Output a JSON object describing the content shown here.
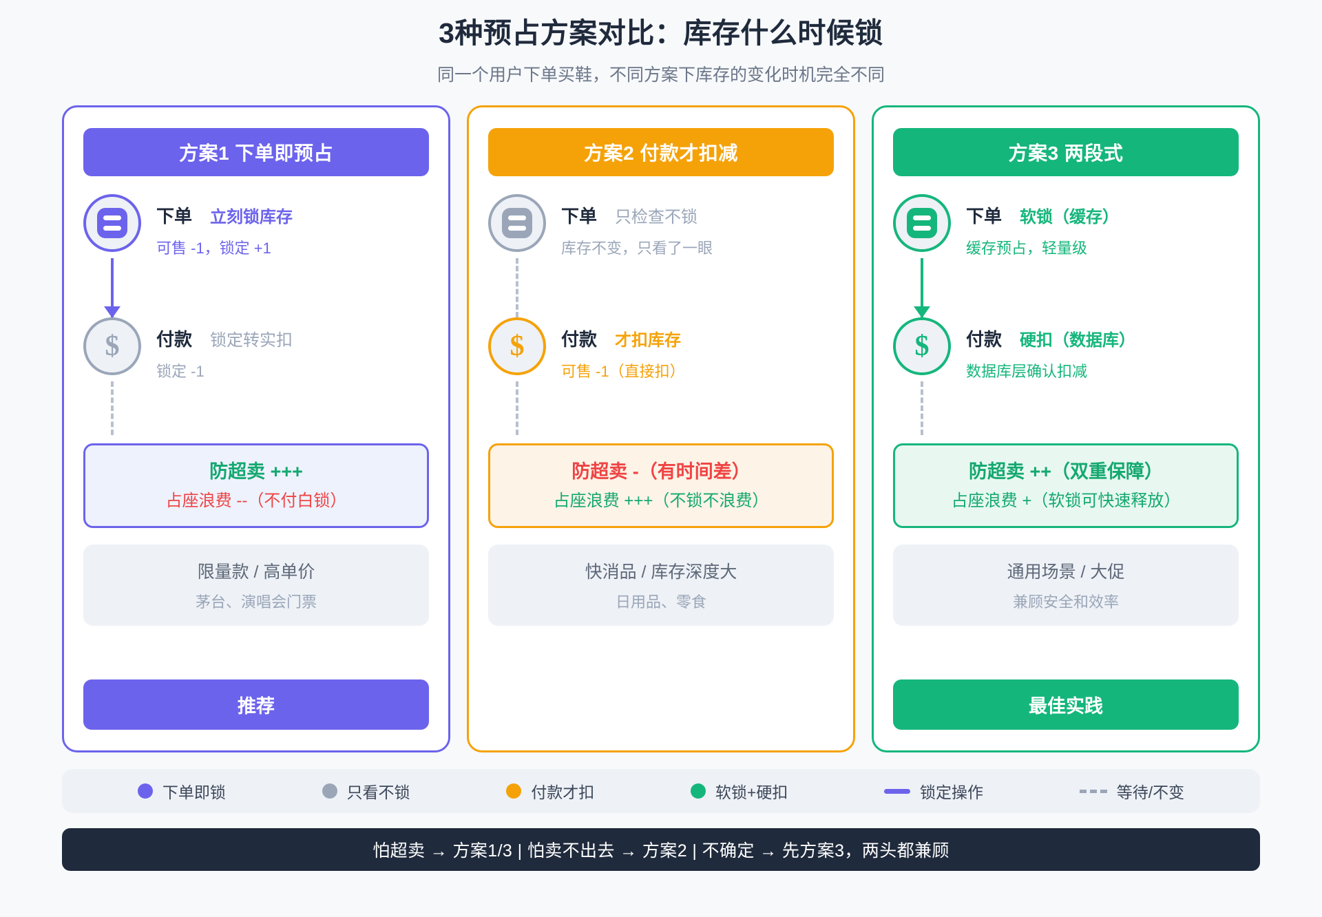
{
  "header": {
    "title": "3种预占方案对比：库存什么时候锁",
    "subtitle": "同一个用户下单买鞋，不同方案下库存的变化时机完全不同"
  },
  "colors": {
    "purple": "#6c63ec",
    "orange": "#f5a209",
    "green": "#15b67c",
    "gray": "#9aa6b8",
    "red": "#ef4444",
    "dark": "#1f2a3c"
  },
  "cards": [
    {
      "badge": "方案1 下单即预占",
      "steps": [
        {
          "icon": "order-icon",
          "name": "下单",
          "action": "立刻锁库存",
          "desc": "可售 -1，锁定 +1"
        },
        {
          "icon": "dollar-icon",
          "name": "付款",
          "action": "锁定转实扣",
          "desc": "锁定 -1"
        }
      ],
      "effect": {
        "line1": "防超卖 +++",
        "line2": "占座浪费 --（不付白锁）"
      },
      "scenario": {
        "line1": "限量款 / 高单价",
        "line2": "茅台、演唱会门票"
      },
      "cta": "推荐"
    },
    {
      "badge": "方案2 付款才扣减",
      "steps": [
        {
          "icon": "order-icon",
          "name": "下单",
          "action": "只检查不锁",
          "desc": "库存不变，只看了一眼"
        },
        {
          "icon": "dollar-icon",
          "name": "付款",
          "action": "才扣库存",
          "desc": "可售 -1（直接扣）"
        }
      ],
      "effect": {
        "line1": "防超卖 -（有时间差）",
        "line2": "占座浪费 +++（不锁不浪费）"
      },
      "scenario": {
        "line1": "快消品 / 库存深度大",
        "line2": "日用品、零食"
      },
      "cta": ""
    },
    {
      "badge": "方案3 两段式",
      "steps": [
        {
          "icon": "order-icon",
          "name": "下单",
          "action": "软锁（缓存）",
          "desc": "缓存预占，轻量级"
        },
        {
          "icon": "dollar-icon",
          "name": "付款",
          "action": "硬扣（数据库）",
          "desc": "数据库层确认扣减"
        }
      ],
      "effect": {
        "line1": "防超卖 ++（双重保障）",
        "line2": "占座浪费 +（软锁可快速释放）"
      },
      "scenario": {
        "line1": "通用场景 / 大促",
        "line2": "兼顾安全和效率"
      },
      "cta": "最佳实践"
    }
  ],
  "legend": [
    {
      "marker": "dot",
      "color": "#6c63ec",
      "label": "下单即锁"
    },
    {
      "marker": "dot",
      "color": "#9aa6b8",
      "label": "只看不锁"
    },
    {
      "marker": "dot",
      "color": "#f5a209",
      "label": "付款才扣"
    },
    {
      "marker": "dot",
      "color": "#15b67c",
      "label": "软锁+硬扣"
    },
    {
      "marker": "line",
      "color": "#6c63ec",
      "label": "锁定操作"
    },
    {
      "marker": "dashed",
      "color": "#9aa6b8",
      "label": "等待/不变"
    }
  ],
  "footer": {
    "text": "怕超卖 → 方案1/3 | 怕卖不出去 → 方案2 | 不确定 → 先方案3，两头都兼顾"
  }
}
